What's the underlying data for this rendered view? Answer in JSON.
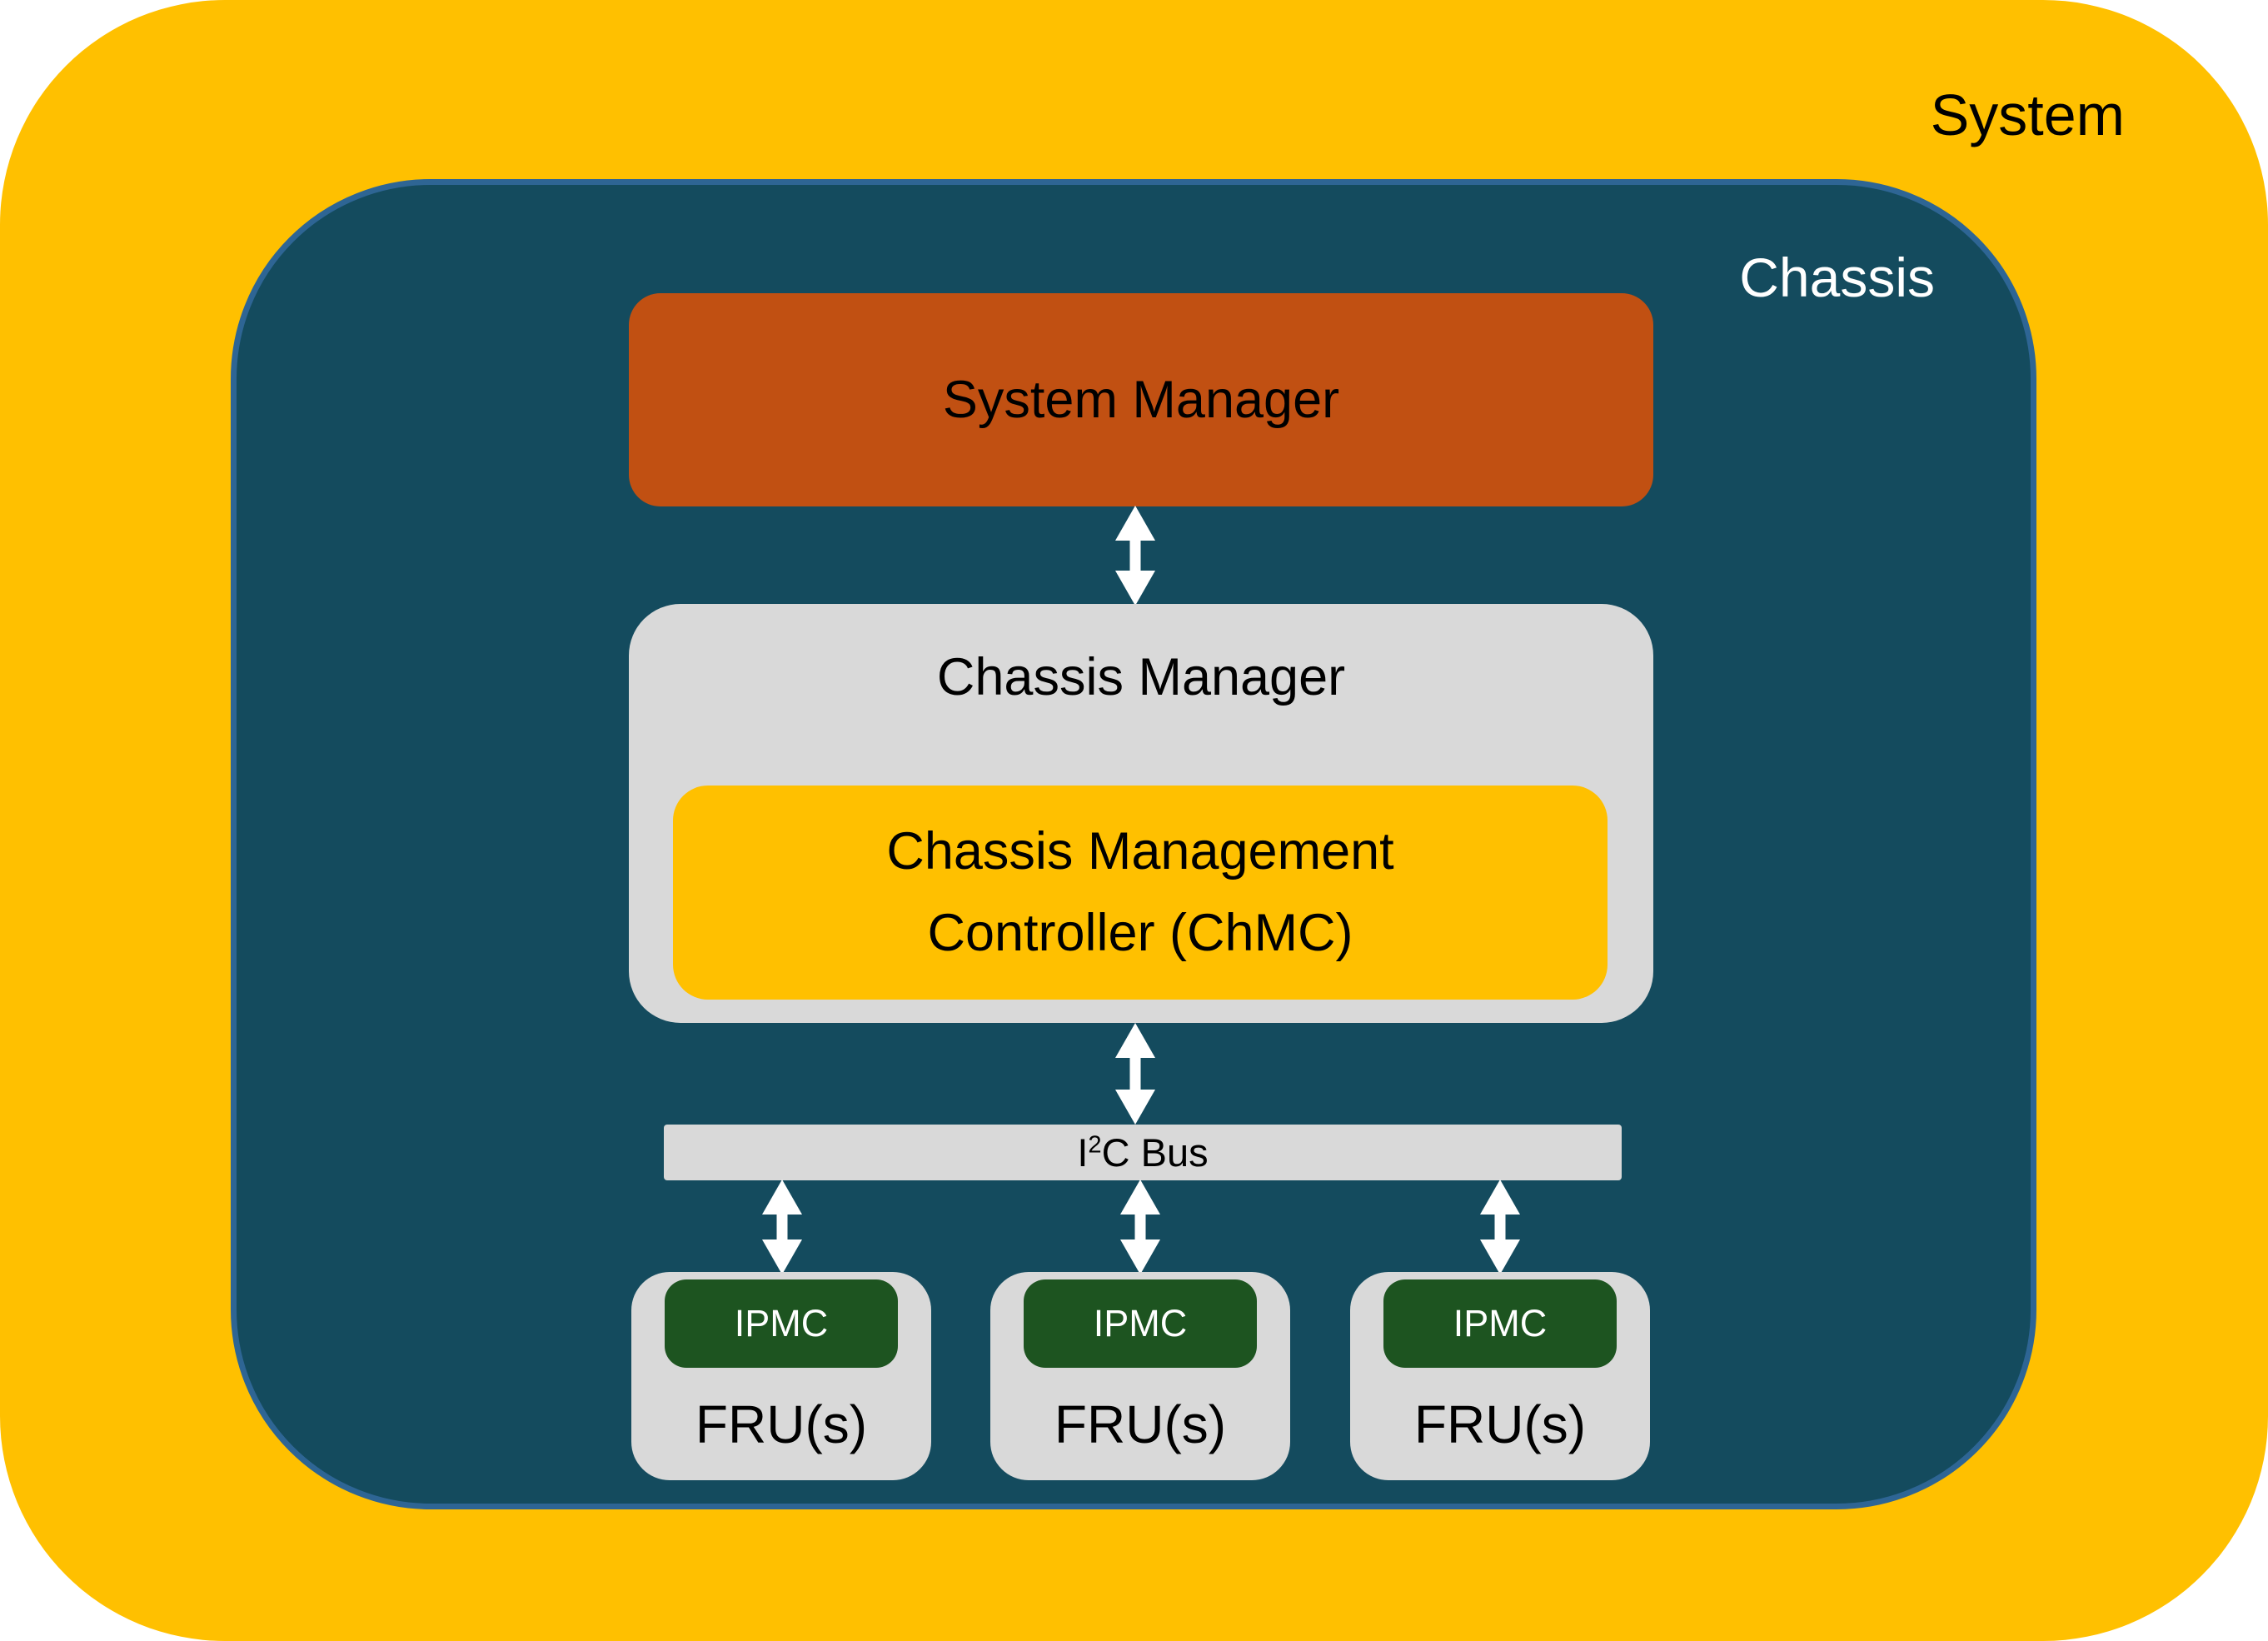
{
  "colors": {
    "outer-fill": "#FFC000",
    "chassis-fill": "#144B5E",
    "chassis-border": "#2E6594",
    "system-manager-fill": "#C15012",
    "panel-gray": "#D9D9D9",
    "chmc-fill": "#FFC000",
    "ipmc-fill": "#1D5420",
    "arrow-white": "#FFFFFF",
    "label-dark": "#000000",
    "label-light": "#FFFFFF"
  },
  "system": {
    "label": "System"
  },
  "chassis": {
    "label": "Chassis"
  },
  "system_manager": {
    "label": "System Manager"
  },
  "chassis_manager": {
    "label": "Chassis Manager",
    "chmc": {
      "line1": "Chassis Management",
      "line2": "Controller (ChMC)"
    }
  },
  "i2c_bus": {
    "base": "I",
    "sup": "2",
    "rest": "C Bus"
  },
  "fru_units": [
    {
      "ipmc_label": "IPMC",
      "fru_label": "FRU(s)"
    },
    {
      "ipmc_label": "IPMC",
      "fru_label": "FRU(s)"
    },
    {
      "ipmc_label": "IPMC",
      "fru_label": "FRU(s)"
    }
  ]
}
